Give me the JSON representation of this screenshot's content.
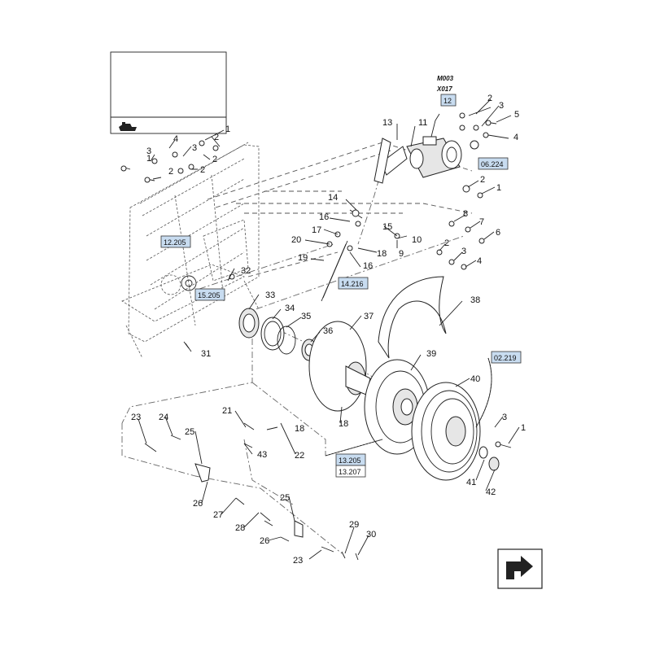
{
  "header_codes": [
    "M003",
    "X017"
  ],
  "ref_boxes": [
    {
      "text": "12",
      "style": "highlight"
    },
    {
      "text": "06.224",
      "style": "highlight"
    },
    {
      "text": "12.205",
      "style": "highlight"
    },
    {
      "text": "15.205",
      "style": "highlight"
    },
    {
      "text": "14.216",
      "style": "highlight"
    },
    {
      "text": "02.219",
      "style": "highlight"
    },
    {
      "text": "13.205",
      "style": "highlight"
    },
    {
      "text": "13.207",
      "style": "plain"
    }
  ],
  "callouts": [
    "1",
    "2",
    "3",
    "4",
    "1",
    "2",
    "3",
    "2",
    "2",
    "13",
    "11",
    "2",
    "3",
    "5",
    "4",
    "2",
    "1",
    "8",
    "7",
    "6",
    "2",
    "3",
    "4",
    "14",
    "16",
    "15",
    "10",
    "17",
    "18",
    "9",
    "20",
    "19",
    "16",
    "32",
    "33",
    "34",
    "35",
    "36",
    "37",
    "38",
    "39",
    "40",
    "31",
    "18",
    "3",
    "1",
    "41",
    "42",
    "21",
    "18",
    "22",
    "43",
    "23",
    "24",
    "25",
    "26",
    "27",
    "28",
    "26",
    "25",
    "29",
    "30",
    "23"
  ],
  "icons": [
    "gear-icon",
    "navigation-arrow-icon"
  ]
}
